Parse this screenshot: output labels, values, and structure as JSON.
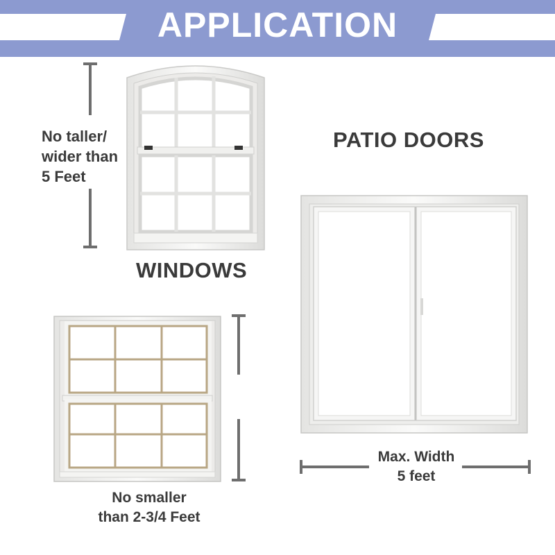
{
  "banner": {
    "title": "APPLICATION",
    "color": "#8c9ad0"
  },
  "windows_upper": {
    "dimension_lines": [
      "No taller/",
      "wider than",
      "5 Feet"
    ],
    "label": "WINDOWS"
  },
  "patio_doors": {
    "label": "PATIO DOORS",
    "caption_lines": [
      "Max. Width",
      "5 feet"
    ]
  },
  "windows_lower": {
    "caption_lines": [
      "No smaller",
      "than 2-3/4 Feet"
    ]
  },
  "colors": {
    "text": "#3a3a3a",
    "dimension_line": "#6e6e6e",
    "frame": "#f2f2f0",
    "muntin_wood": "#b8a684"
  }
}
